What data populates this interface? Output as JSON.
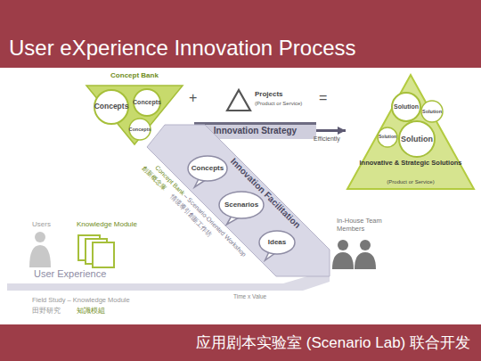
{
  "diagram": {
    "title": "User eXperience Innovation Process",
    "caption": "应用剧本实验室 (Scenario Lab) 联合开发",
    "nodes": [
      {
        "text": [
          "Concept Bank"
        ]
      },
      {
        "text": [
          "Concepts"
        ],
        "in": 0
      },
      {
        "text": [
          "Concepts"
        ],
        "in": 0
      },
      {
        "text": [
          "Concepts"
        ],
        "in": 0
      },
      {
        "text": [
          "Projects",
          "(Product or Service)"
        ]
      },
      {
        "text": [
          "Innovation Strategy"
        ]
      },
      {
        "text": [
          "Innovative & Strategic Solutions",
          "(Product or Service)"
        ]
      },
      {
        "text": [
          "Solution"
        ],
        "in": 6
      },
      {
        "text": [
          "Solution"
        ],
        "in": 6
      },
      {
        "text": [
          "Solution"
        ],
        "in": 6
      },
      {
        "text": [
          "Solution"
        ],
        "in": 6
      },
      {
        "text": [
          "Innovation Facilitation"
        ]
      },
      {
        "text": [
          "Concepts"
        ],
        "in": 11
      },
      {
        "text": [
          "Scenarios"
        ],
        "in": 11
      },
      {
        "text": [
          "Ideas"
        ],
        "in": 11
      },
      {
        "text": [
          "User Experience"
        ]
      }
    ],
    "edges": [
      {
        "from": 5,
        "to": 6,
        "arrow": "to",
        "label": "Efficiently"
      }
    ],
    "labels": [
      "+",
      "=",
      "Concept Bank",
      "– Scenario-Oriented Workshop",
      "創新概念庫",
      "情境導引創新工作坊",
      "Users",
      "Knowledge Module",
      "In-House Team Members",
      "Time x Value",
      "Field Study – Knowledge Module",
      "田野研究",
      "知識模組"
    ]
  }
}
